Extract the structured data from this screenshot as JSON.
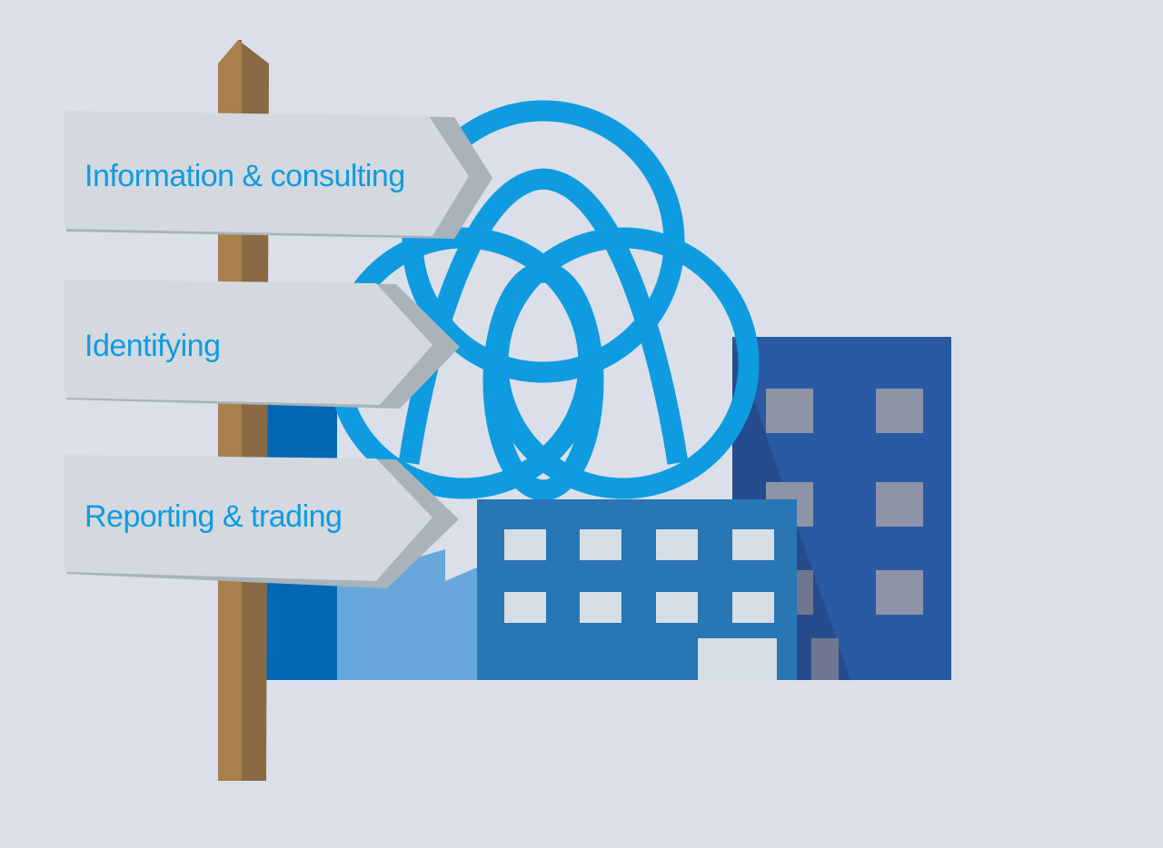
{
  "signpost": {
    "signs": [
      {
        "label": "Information & consulting"
      },
      {
        "label": "Identifying"
      },
      {
        "label": "Reporting & trading"
      }
    ]
  },
  "colors": {
    "background": "#dadfe9",
    "logo_blue": "#0f9be0",
    "sign_face": "#d3d9df",
    "sign_edge": "#a8b3ba",
    "post_light": "#a97f4c",
    "post_dark": "#8a6a43",
    "building_navy": "#2a5aa3",
    "building_mid": "#2876b4",
    "building_light": "#67a7db",
    "window_light": "#d6dde3",
    "window_gray": "#8e93a8"
  },
  "icons": [
    "thyssenkrupp-logo-icon",
    "city-buildings-icon",
    "signpost-icon"
  ]
}
